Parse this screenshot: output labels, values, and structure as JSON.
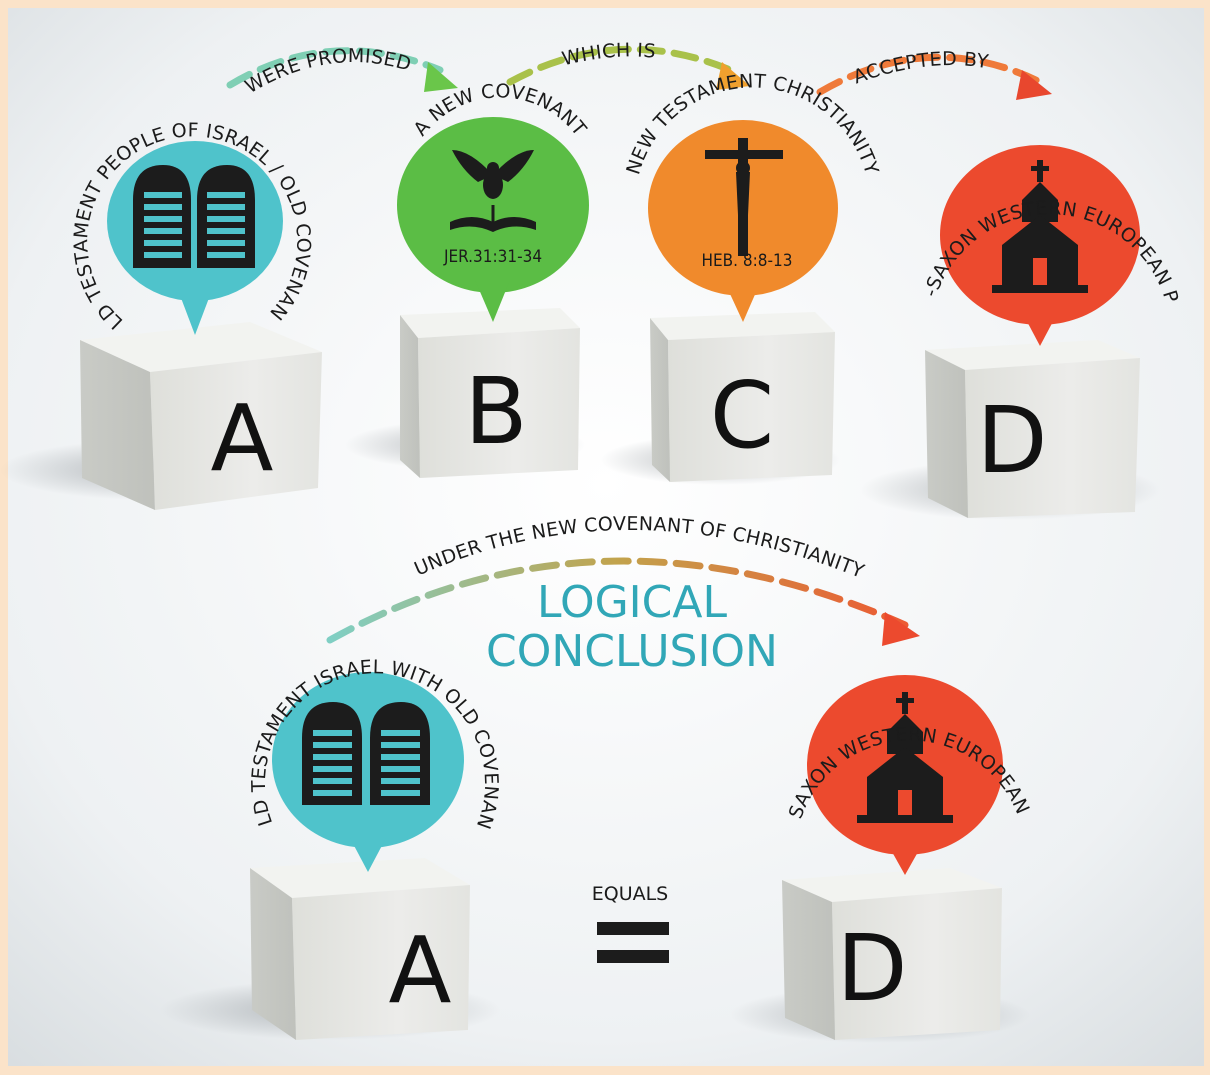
{
  "colors": {
    "teal": "#4fc3cb",
    "green": "#5bbd45",
    "orange": "#f08a2c",
    "red": "#ec4a2e",
    "conclusion_text": "#31a7b7"
  },
  "top_row": {
    "nodes": [
      {
        "letter": "A",
        "label": "OLD TESTAMENT PEOPLE OF ISRAEL / OLD COVENANT",
        "ref": "",
        "icon": "stone-tablets-icon",
        "color": "teal"
      },
      {
        "letter": "B",
        "label": "A NEW COVENANT",
        "ref": "JER.31:31-34",
        "icon": "dove-bible-icon",
        "color": "green"
      },
      {
        "letter": "C",
        "label": "NEW TESTAMENT CHRISTIANITY",
        "ref": "HEB. 8:8-13",
        "icon": "crucifix-icon",
        "color": "orange"
      },
      {
        "letter": "D",
        "label": "ANGLO-SAXON WESTERN EUROPEAN PEOPLE",
        "ref": "",
        "icon": "church-icon",
        "color": "red"
      }
    ],
    "connectors": [
      "WERE PROMISED",
      "WHICH IS",
      "ACCEPTED BY"
    ]
  },
  "conclusion": {
    "title_line1": "LOGICAL",
    "title_line2": "CONCLUSION",
    "arc_label": "UNDER THE NEW COVENANT OF CHRISTIANITY",
    "left": {
      "letter": "A",
      "label": "OLD TESTAMENT ISRAEL WITH OLD COVENANT",
      "icon": "stone-tablets-icon",
      "color": "teal"
    },
    "right": {
      "letter": "D",
      "label": "ANGLO-SAXON WESTERN EUROPEAN PEOPLE",
      "icon": "church-icon",
      "color": "red"
    },
    "equals_label": "EQUALS"
  }
}
